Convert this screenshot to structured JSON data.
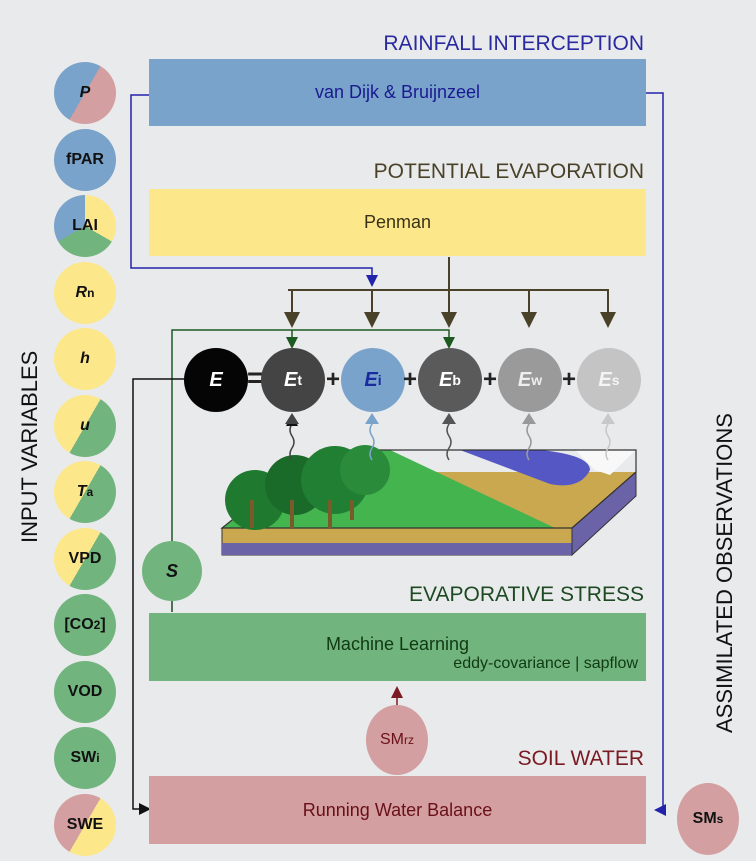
{
  "sections": {
    "rainfall": {
      "title": "RAINFALL INTERCEPTION",
      "box": "van Dijk & Bruijnzeel",
      "color": "#2a2aa0"
    },
    "potential": {
      "title": "POTENTIAL EVAPORATION",
      "box": "Penman",
      "color": "#4a4228"
    },
    "stress": {
      "title": "EVAPORATIVE STRESS",
      "box": "Machine Learning",
      "sub": "eddy-covariance | sapflow",
      "color": "#1d4a22"
    },
    "soil": {
      "title": "SOIL WATER",
      "box": "Running Water Balance",
      "color": "#7a1a22"
    }
  },
  "side_labels": {
    "left": "INPUT VARIABLES",
    "right": "ASSIMILATED OBSERVATIONS"
  },
  "inputs": [
    {
      "label": "P",
      "sub": "",
      "italic": true
    },
    {
      "label": "fPAR",
      "sub": "",
      "italic": false
    },
    {
      "label": "LAI",
      "sub": "",
      "italic": false
    },
    {
      "label": "R",
      "sub": "n",
      "italic": true
    },
    {
      "label": "h",
      "sub": "",
      "italic": true
    },
    {
      "label": "u",
      "sub": "",
      "italic": true
    },
    {
      "label": "T",
      "sub": "a",
      "italic": true
    },
    {
      "label": "VPD",
      "sub": "",
      "italic": false
    },
    {
      "label": "[CO",
      "sub": "2",
      "suffix": "]",
      "italic": false
    },
    {
      "label": "VOD",
      "sub": "",
      "italic": false
    },
    {
      "label": "SW",
      "sub": "i",
      "italic": false
    },
    {
      "label": "SWE",
      "sub": "",
      "italic": false
    }
  ],
  "equation": {
    "total": {
      "label": "E",
      "sub": ""
    },
    "equals": "=",
    "plus": "+",
    "terms": [
      {
        "label": "E",
        "sub": "t"
      },
      {
        "label": "E",
        "sub": "i"
      },
      {
        "label": "E",
        "sub": "b"
      },
      {
        "label": "E",
        "sub": "w"
      },
      {
        "label": "E",
        "sub": "s"
      }
    ]
  },
  "nodes": {
    "stress": {
      "label": "S"
    },
    "smrz": {
      "label": "SM",
      "sub": "rz"
    },
    "sms": {
      "label": "SM",
      "sub": "s"
    }
  },
  "colors": {
    "blue": "#7aa3cb",
    "yellow": "#fde78b",
    "green": "#72b47e",
    "pink": "#d39fa1",
    "bg": "#e9eaec"
  }
}
